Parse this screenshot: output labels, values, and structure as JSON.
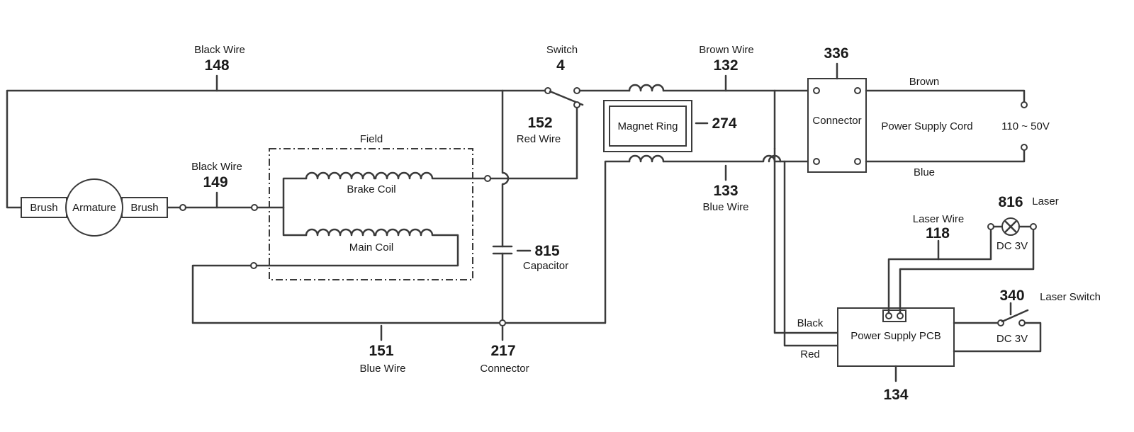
{
  "labels": {
    "black_wire_148_name": "Black Wire",
    "black_wire_148_num": "148",
    "switch_name": "Switch",
    "switch_num": "4",
    "brown_wire_name": "Brown Wire",
    "brown_wire_num": "132",
    "connector_336_num": "336",
    "connector_336_text": "Connector",
    "brown_label": "Brown",
    "power_supply_cord": "Power Supply Cord",
    "voltage": "110 ~ 50V",
    "blue_label": "Blue",
    "red_wire_num": "152",
    "red_wire_name": "Red Wire",
    "magnet_ring": "Magnet Ring",
    "magnet_ring_num": "274",
    "field": "Field",
    "black_wire_149_name": "Black Wire",
    "black_wire_149_num": "149",
    "brake_coil": "Brake Coil",
    "main_coil": "Main Coil",
    "brush_left": "Brush",
    "armature": "Armature",
    "brush_right": "Brush",
    "blue_wire_133_num": "133",
    "blue_wire_133_name": "Blue Wire",
    "capacitor_num": "815",
    "capacitor_name": "Capacitor",
    "blue_wire_151_num": "151",
    "blue_wire_151_name": "Blue Wire",
    "connector_217_num": "217",
    "connector_217_name": "Connector",
    "laser_num": "816",
    "laser_name": "Laser",
    "laser_dc": "DC 3V",
    "laser_wire_name": "Laser Wire",
    "laser_wire_num": "118",
    "laser_switch_num": "340",
    "laser_switch_name": "Laser Switch",
    "laser_switch_dc": "DC 3V",
    "black_label": "Black",
    "red_label": "Red",
    "pcb": "Power Supply PCB",
    "pcb_num": "134"
  }
}
